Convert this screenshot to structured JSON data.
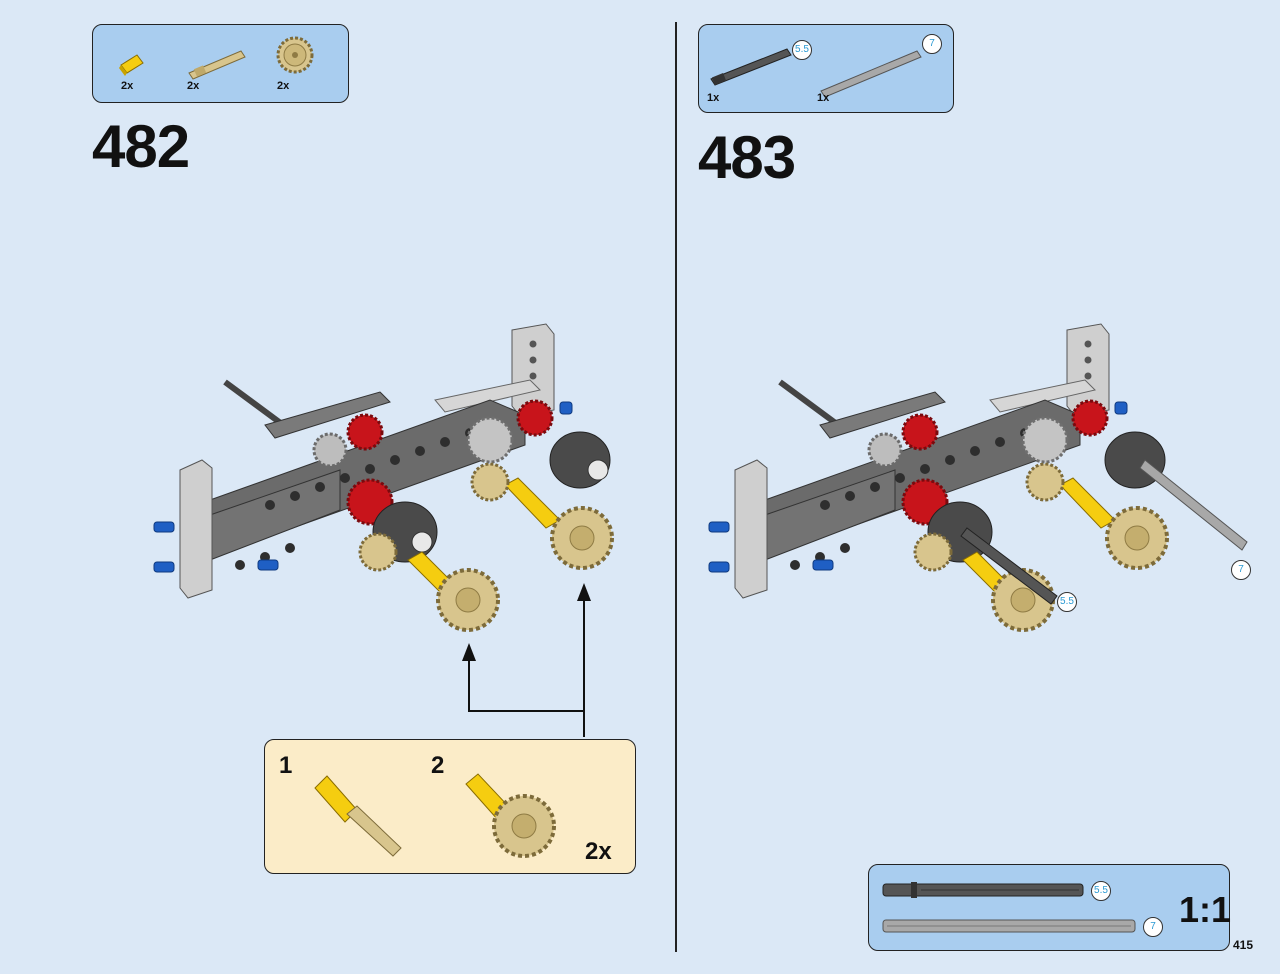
{
  "step482": {
    "number": "482",
    "parts": [
      {
        "icon": "yellow-axle-connector-icon",
        "qty": "2x"
      },
      {
        "icon": "tan-axle-icon",
        "qty": "2x"
      },
      {
        "icon": "tan-gear-icon",
        "qty": "2x"
      }
    ],
    "callout": {
      "sub1": "1",
      "sub2": "2",
      "multiplier": "2x"
    }
  },
  "step483": {
    "number": "483",
    "parts": [
      {
        "icon": "dark-axle-icon",
        "qty": "1x",
        "length": "5.5"
      },
      {
        "icon": "grey-axle-icon",
        "qty": "1x",
        "length": "7"
      }
    ],
    "labels": {
      "short_axle": "5.5",
      "long_axle": "7"
    }
  },
  "ruler": {
    "scale": "1:1",
    "axle1_length": "5.5",
    "axle2_length": "7"
  },
  "page_number": "415",
  "colors": {
    "background": "#dbe8f6",
    "parts_box": "#a9cdef",
    "callout_box": "#fbecc8",
    "frame_grey": "#6b6b6b",
    "red_gear": "#c8141b",
    "tan_gear": "#d8c58d",
    "yellow": "#f5cd10",
    "blue_pin": "#1f5fc4",
    "length_text": "#2b9ad3"
  }
}
